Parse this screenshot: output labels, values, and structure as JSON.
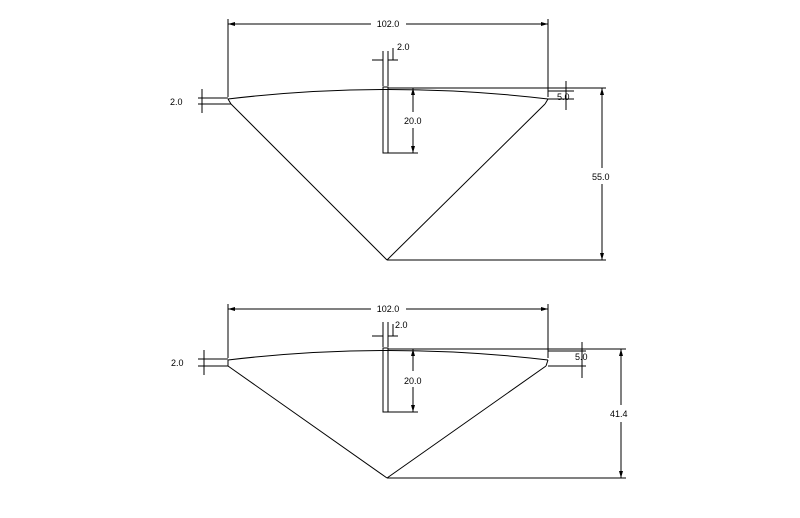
{
  "drawing_1": {
    "width_label": "102.0",
    "slot_width_label": "2.0",
    "slot_depth_label": "20.0",
    "left_thickness_label": "2.0",
    "right_rise_label": "5.0",
    "total_height_label": "55.0"
  },
  "drawing_2": {
    "width_label": "102.0",
    "slot_width_label": "2.0",
    "slot_depth_label": "20.0",
    "left_thickness_label": "2.0",
    "right_rise_label": "5.0",
    "total_height_label": "41.4"
  }
}
